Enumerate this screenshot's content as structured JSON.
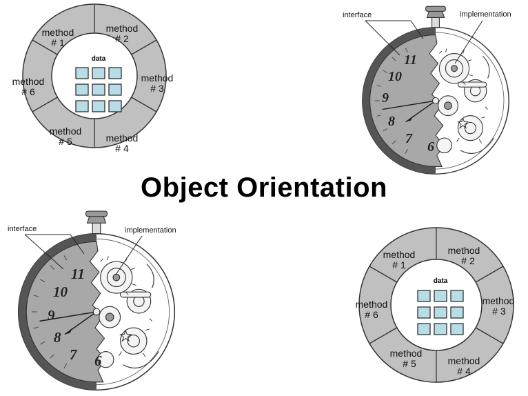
{
  "title": "Object Orientation",
  "capsule_top": {
    "data_label": "data",
    "methods": [
      {
        "name": "method",
        "num": "# 1"
      },
      {
        "name": "method",
        "num": "# 2"
      },
      {
        "name": "method",
        "num": "# 3"
      },
      {
        "name": "method",
        "num": "# 4"
      },
      {
        "name": "method",
        "num": "# 5"
      },
      {
        "name": "method",
        "num": "# 6"
      }
    ]
  },
  "capsule_bottom": {
    "data_label": "data",
    "methods": [
      {
        "name": "method",
        "num": "# 1"
      },
      {
        "name": "method",
        "num": "# 2"
      },
      {
        "name": "method",
        "num": "# 3"
      },
      {
        "name": "method",
        "num": "# 4"
      },
      {
        "name": "method",
        "num": "# 5"
      },
      {
        "name": "method",
        "num": "# 6"
      }
    ]
  },
  "watch_top": {
    "interface_label": "interface",
    "implementation_label": "implementation",
    "dial_numbers": [
      "11",
      "10",
      "9",
      "8",
      "7",
      "6"
    ]
  },
  "watch_bottom": {
    "interface_label": "interface",
    "implementation_label": "implementation",
    "dial_numbers": [
      "11",
      "10",
      "9",
      "8",
      "7",
      "6"
    ]
  },
  "colors": {
    "segment_fill": "#c0c0c0",
    "data_square": "#b8dde6",
    "outline": "#333333",
    "watch_rim": "#555555"
  }
}
